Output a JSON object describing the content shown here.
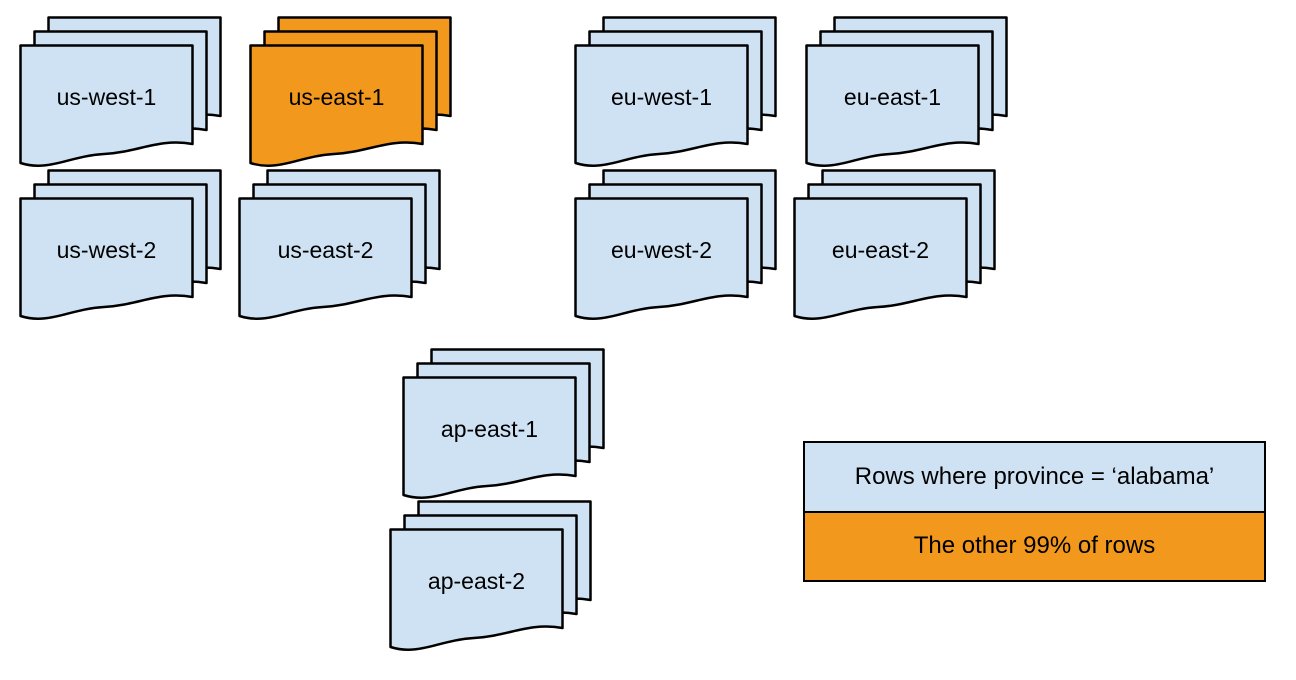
{
  "colors": {
    "document_blue": "#cfe2f3",
    "document_orange": "#f2981d",
    "outline_black": "#000000",
    "background": "#ffffff"
  },
  "stacks": [
    {
      "id": "us-west-1",
      "label": "us-west-1",
      "variant": "blue"
    },
    {
      "id": "us-east-1",
      "label": "us-east-1",
      "variant": "orange"
    },
    {
      "id": "eu-west-1",
      "label": "eu-west-1",
      "variant": "blue"
    },
    {
      "id": "eu-east-1",
      "label": "eu-east-1",
      "variant": "blue"
    },
    {
      "id": "us-west-2",
      "label": "us-west-2",
      "variant": "blue"
    },
    {
      "id": "us-east-2",
      "label": "us-east-2",
      "variant": "blue"
    },
    {
      "id": "eu-west-2",
      "label": "eu-west-2",
      "variant": "blue"
    },
    {
      "id": "eu-east-2",
      "label": "eu-east-2",
      "variant": "blue"
    },
    {
      "id": "ap-east-1",
      "label": "ap-east-1",
      "variant": "blue"
    },
    {
      "id": "ap-east-2",
      "label": "ap-east-2",
      "variant": "blue"
    }
  ],
  "legend": {
    "items": [
      {
        "label": "Rows where province = ‘alabama’",
        "variant": "blue"
      },
      {
        "label": "The other 99% of rows",
        "variant": "orange"
      }
    ]
  }
}
